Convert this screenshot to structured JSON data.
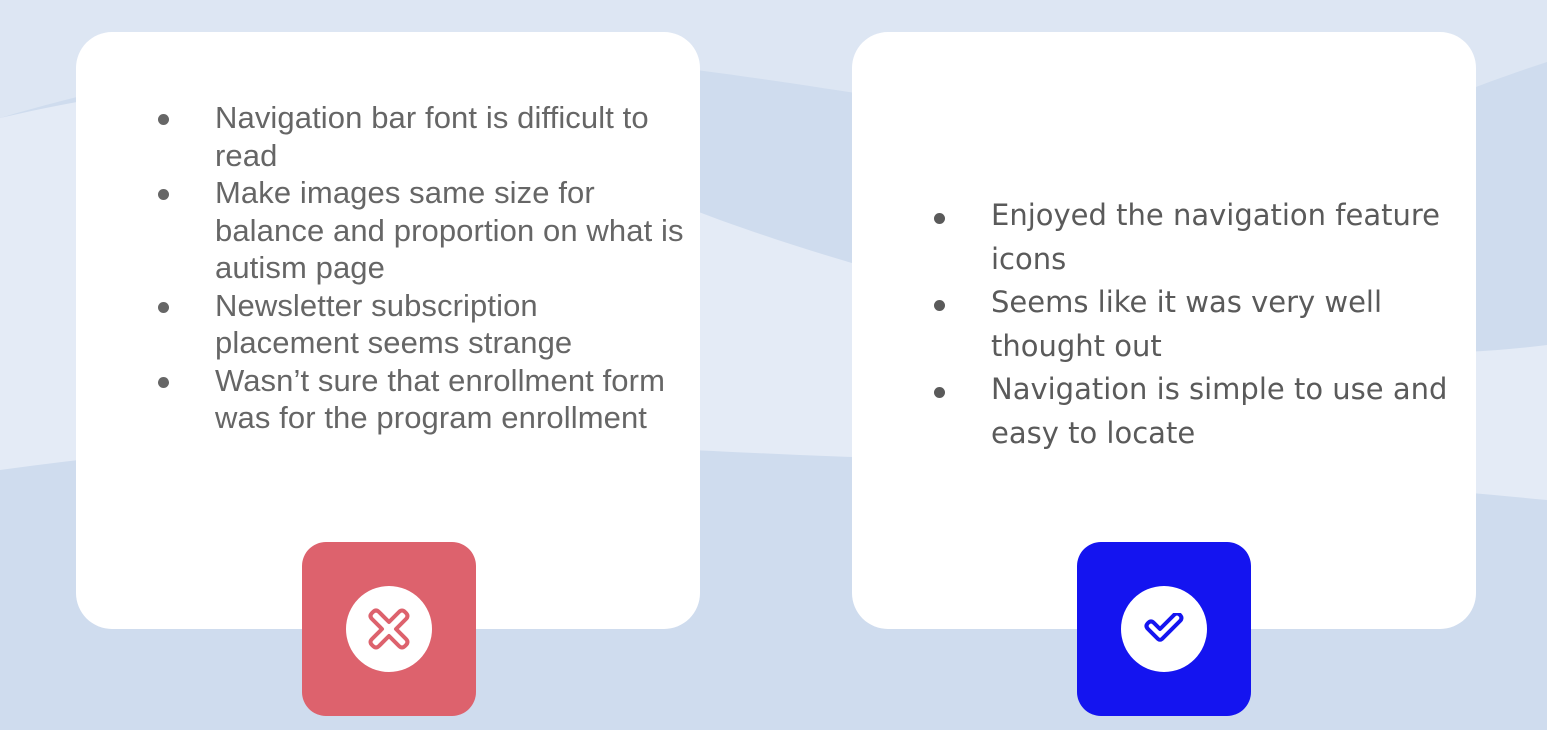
{
  "colors": {
    "background": "#cfdcee",
    "wave_light": "#e2eaf5",
    "card": "#ffffff",
    "negative_accent": "#dd626d",
    "positive_accent": "#1414f0",
    "text": "#666666"
  },
  "negative_card": {
    "icon": "x-circle-icon",
    "items": [
      "Navigation bar font is difficult to read",
      "Make images same size for balance and proportion on what is autism page",
      "Newsletter subscription placement seems strange",
      "Wasn’t sure that enrollment form was for the program enrollment"
    ]
  },
  "positive_card": {
    "icon": "check-circle-icon",
    "items": [
      "Enjoyed the navigation feature icons",
      "Seems like it was very well thought out",
      "Navigation is simple to use and easy to locate"
    ]
  }
}
